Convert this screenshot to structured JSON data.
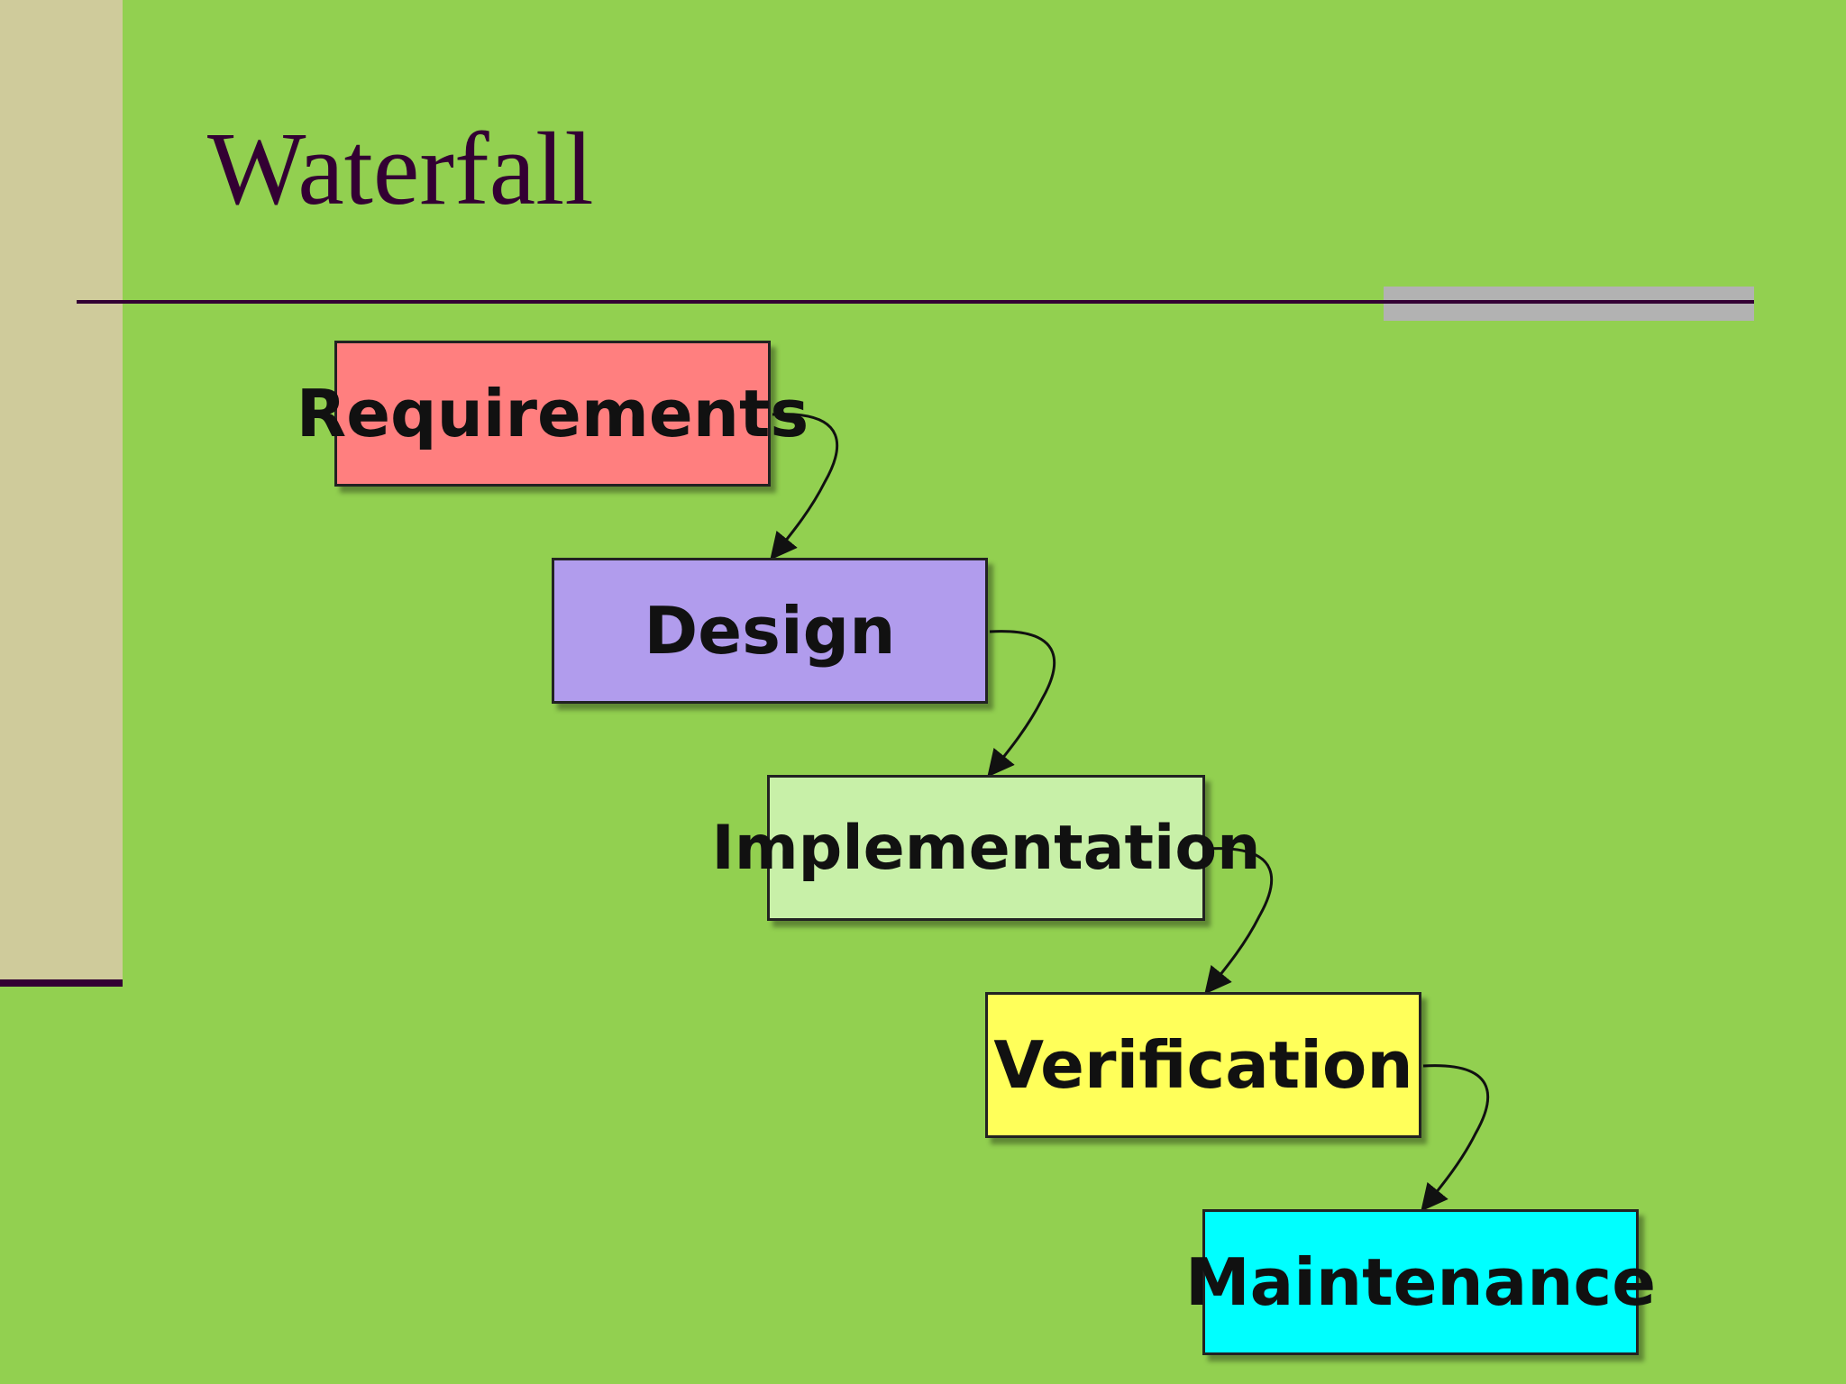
{
  "slide": {
    "title": "Waterfall"
  },
  "diagram": {
    "steps": [
      {
        "label": "Requirements",
        "color": "#ff7f7f"
      },
      {
        "label": "Design",
        "color": "#b19ced"
      },
      {
        "label": "Implementation",
        "color": "#c8f0a8"
      },
      {
        "label": "Verification",
        "color": "#ffff5a"
      },
      {
        "label": "Maintenance",
        "color": "#00ffff"
      }
    ]
  },
  "colors": {
    "background": "#92d050",
    "left_band": "#cfcb9b",
    "title": "#330033",
    "rule": "#330033",
    "rule_accent": "#b2b2b2"
  }
}
